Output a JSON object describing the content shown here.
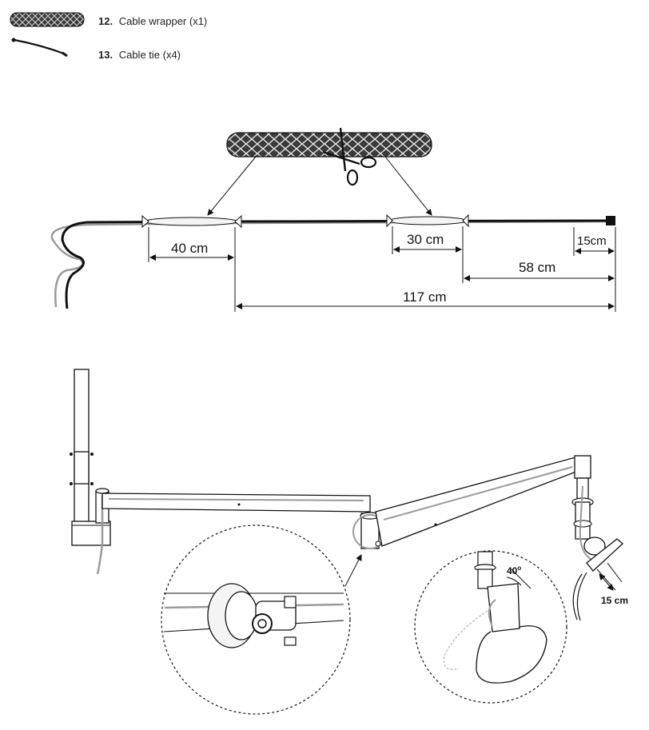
{
  "parts": [
    {
      "number": "12.",
      "label": "Cable wrapper (x1)",
      "icon": "cable-wrapper-icon"
    },
    {
      "number": "13.",
      "label": "Cable tie (x4)",
      "icon": "cable-tie-icon"
    }
  ],
  "cable_diagram": {
    "segments": {
      "wrapper1": "40 cm",
      "wrapper2": "30 cm",
      "end_offset": "15cm",
      "to_wrapper2": "58 cm",
      "total": "117 cm"
    }
  },
  "arm_diagram": {
    "angle_label": "40",
    "angle_unit": "o",
    "cable_length": "15 cm"
  },
  "colors": {
    "line": "#111111",
    "grey_cable": "#9a9a9a",
    "light_fill": "#f4f4f4"
  }
}
